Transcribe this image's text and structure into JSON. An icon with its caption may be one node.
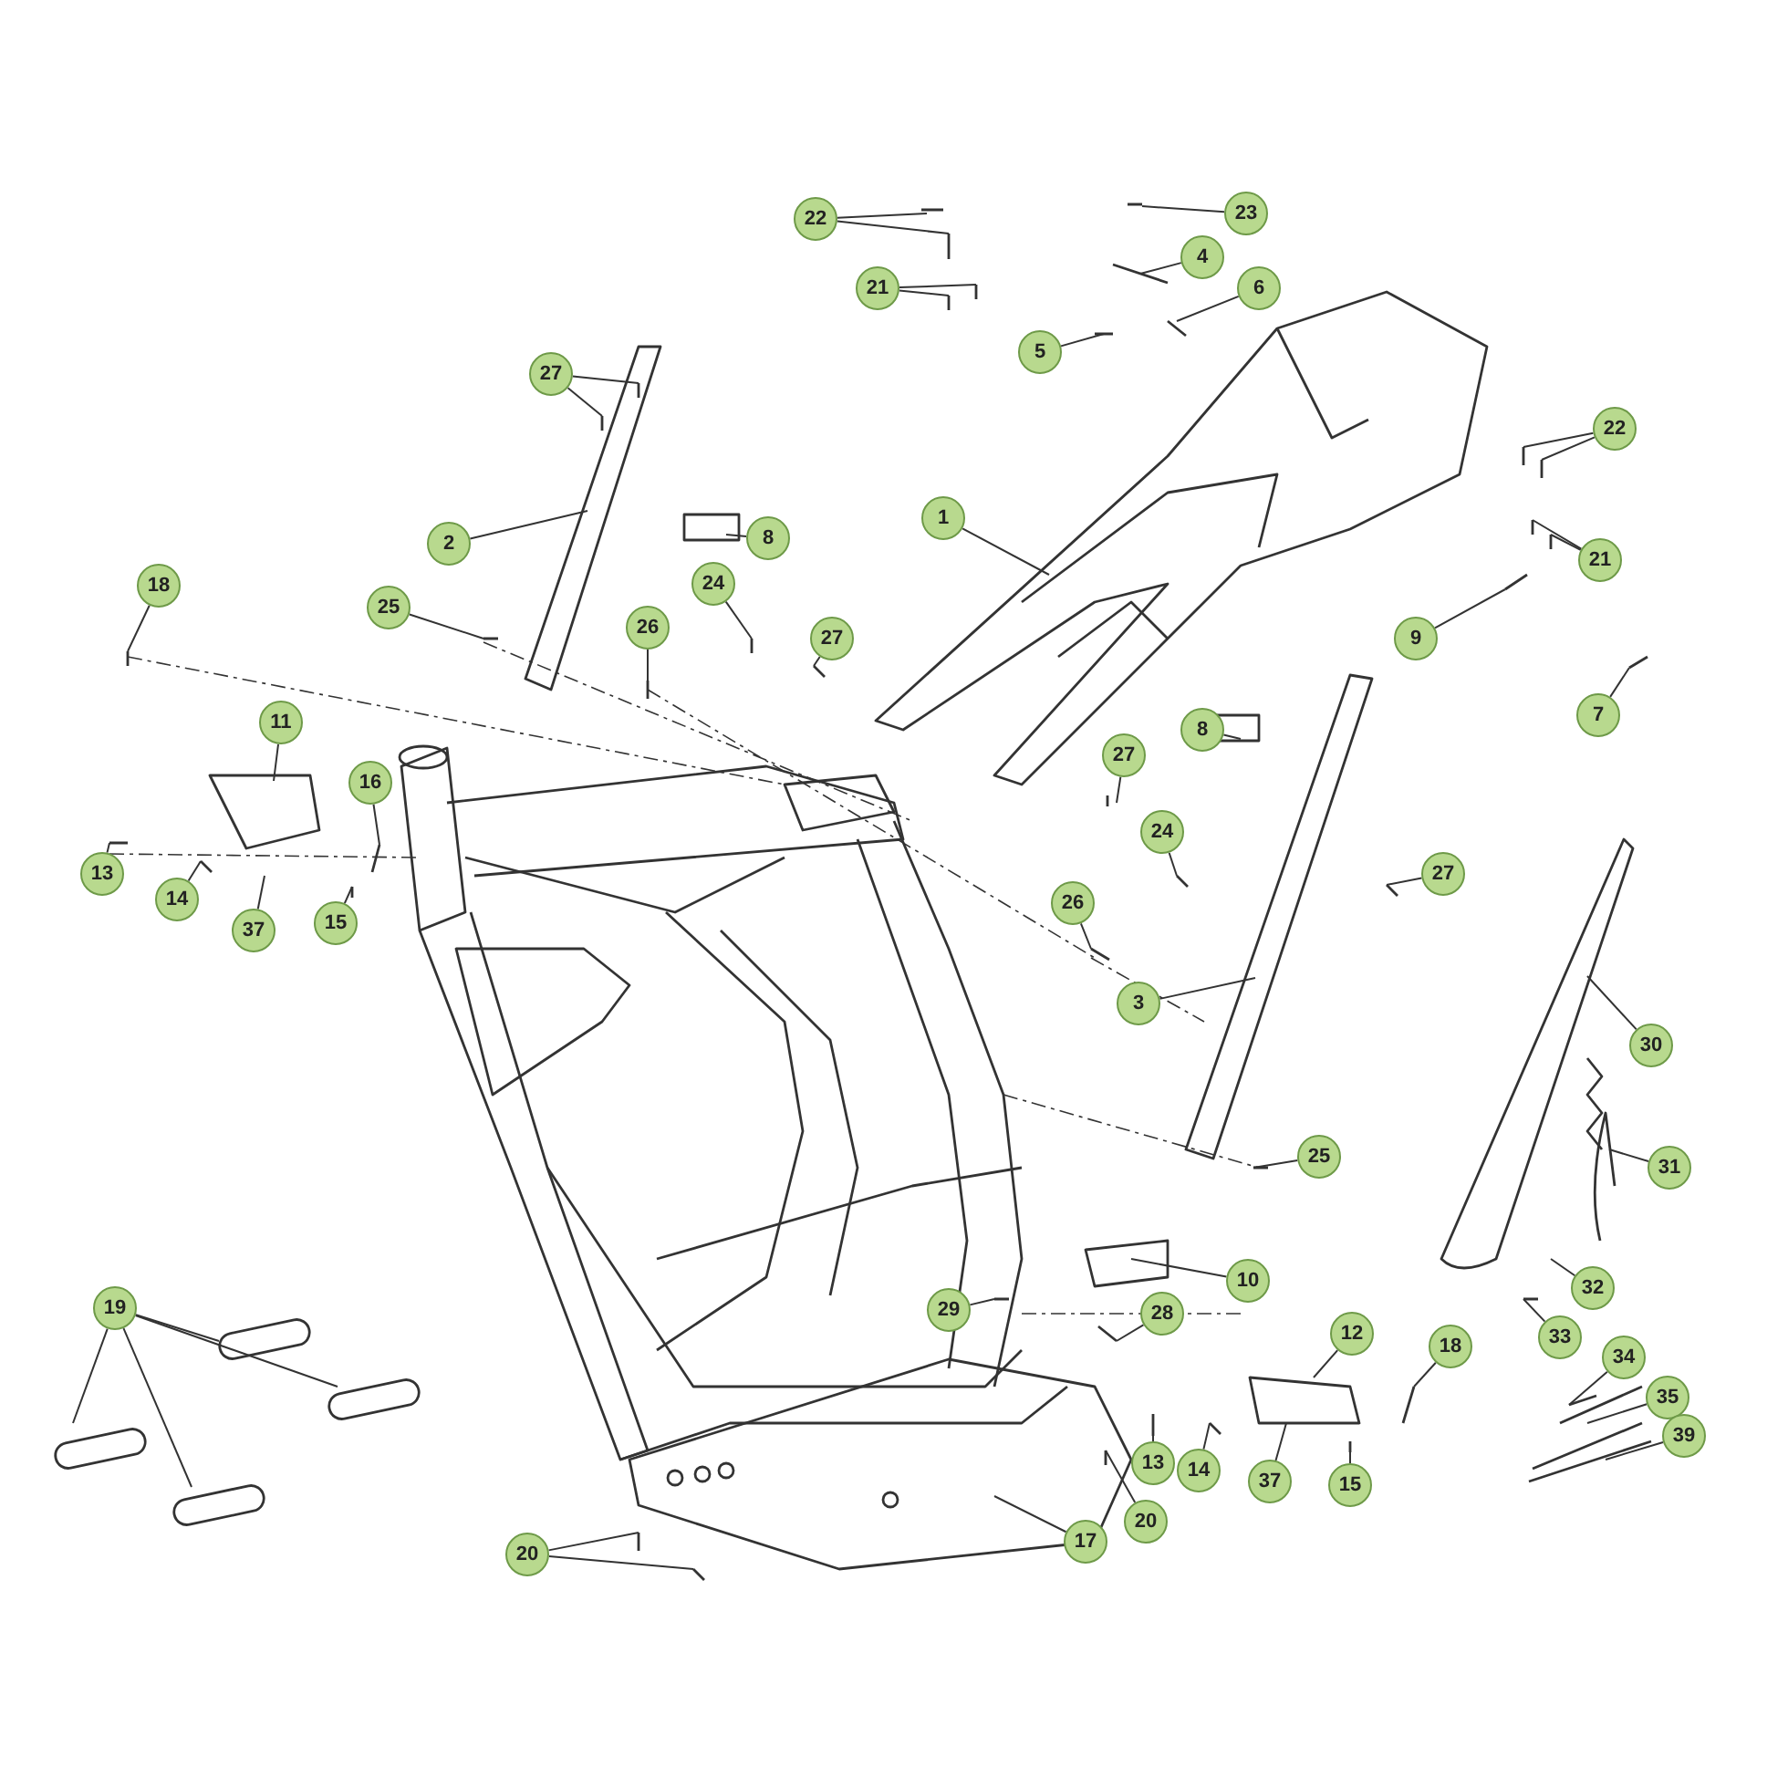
{
  "diagram": {
    "nodes": [
      {
        "text": [
          "22"
        ]
      },
      {
        "text": [
          "23"
        ]
      },
      {
        "text": [
          "4"
        ]
      },
      {
        "text": [
          "21"
        ]
      },
      {
        "text": [
          "6"
        ]
      },
      {
        "text": [
          "5"
        ]
      },
      {
        "text": [
          "27"
        ]
      },
      {
        "text": [
          "22"
        ]
      },
      {
        "text": [
          "2"
        ]
      },
      {
        "text": [
          "8"
        ]
      },
      {
        "text": [
          "1"
        ]
      },
      {
        "text": [
          "21"
        ]
      },
      {
        "text": [
          "18"
        ]
      },
      {
        "text": [
          "25"
        ]
      },
      {
        "text": [
          "24"
        ]
      },
      {
        "text": [
          "26"
        ]
      },
      {
        "text": [
          "27"
        ]
      },
      {
        "text": [
          "9"
        ]
      },
      {
        "text": [
          "7"
        ]
      },
      {
        "text": [
          "11"
        ]
      },
      {
        "text": [
          "16"
        ]
      },
      {
        "text": [
          "8"
        ]
      },
      {
        "text": [
          "27"
        ]
      },
      {
        "text": [
          "13"
        ]
      },
      {
        "text": [
          "14"
        ]
      },
      {
        "text": [
          "37"
        ]
      },
      {
        "text": [
          "15"
        ]
      },
      {
        "text": [
          "24"
        ]
      },
      {
        "text": [
          "27"
        ]
      },
      {
        "text": [
          "26"
        ]
      },
      {
        "text": [
          "3"
        ]
      },
      {
        "text": [
          "30"
        ]
      },
      {
        "text": [
          "31"
        ]
      },
      {
        "text": [
          "25"
        ]
      },
      {
        "text": [
          "10"
        ]
      },
      {
        "text": [
          "32"
        ]
      },
      {
        "text": [
          "29"
        ]
      },
      {
        "text": [
          "28"
        ]
      },
      {
        "text": [
          "33"
        ]
      },
      {
        "text": [
          "12"
        ]
      },
      {
        "text": [
          "18"
        ]
      },
      {
        "text": [
          "34"
        ]
      },
      {
        "text": [
          "19"
        ]
      },
      {
        "text": [
          "35"
        ]
      },
      {
        "text": [
          "13"
        ]
      },
      {
        "text": [
          "14"
        ]
      },
      {
        "text": [
          "37"
        ]
      },
      {
        "text": [
          "15"
        ]
      },
      {
        "text": [
          "39"
        ]
      },
      {
        "text": [
          "20"
        ]
      },
      {
        "text": [
          "17"
        ]
      },
      {
        "text": [
          "20"
        ]
      }
    ],
    "edges": [
      {
        "from": 0,
        "to": null,
        "arrow": "none"
      },
      {
        "from": 0,
        "to": null,
        "arrow": "none"
      },
      {
        "from": 1,
        "to": null,
        "arrow": "none"
      },
      {
        "from": 2,
        "to": null,
        "arrow": "none"
      },
      {
        "from": 3,
        "to": null,
        "arrow": "none"
      },
      {
        "from": 3,
        "to": null,
        "arrow": "none"
      },
      {
        "from": 4,
        "to": null,
        "arrow": "none"
      },
      {
        "from": 5,
        "to": null,
        "arrow": "none"
      },
      {
        "from": 6,
        "to": null,
        "arrow": "none"
      },
      {
        "from": 6,
        "to": null,
        "arrow": "none"
      },
      {
        "from": 7,
        "to": null,
        "arrow": "none"
      },
      {
        "from": 7,
        "to": null,
        "arrow": "none"
      },
      {
        "from": 8,
        "to": null,
        "arrow": "none"
      },
      {
        "from": 9,
        "to": null,
        "arrow": "none"
      },
      {
        "from": 10,
        "to": null,
        "arrow": "none"
      },
      {
        "from": 11,
        "to": null,
        "arrow": "none"
      },
      {
        "from": 11,
        "to": null,
        "arrow": "none"
      },
      {
        "from": 12,
        "to": null,
        "arrow": "none"
      },
      {
        "from": 13,
        "to": null,
        "arrow": "none"
      },
      {
        "from": 14,
        "to": null,
        "arrow": "none"
      },
      {
        "from": 15,
        "to": null,
        "arrow": "none"
      },
      {
        "from": 16,
        "to": null,
        "arrow": "none"
      },
      {
        "from": 17,
        "to": null,
        "arrow": "none"
      },
      {
        "from": 18,
        "to": null,
        "arrow": "none"
      },
      {
        "from": 19,
        "to": null,
        "arrow": "none"
      },
      {
        "from": 20,
        "to": null,
        "arrow": "none"
      },
      {
        "from": 21,
        "to": null,
        "arrow": "none"
      },
      {
        "from": 22,
        "to": null,
        "arrow": "none"
      },
      {
        "from": 23,
        "to": null,
        "arrow": "none"
      },
      {
        "from": 24,
        "to": null,
        "arrow": "none"
      },
      {
        "from": 25,
        "to": null,
        "arrow": "none"
      },
      {
        "from": 26,
        "to": null,
        "arrow": "none"
      },
      {
        "from": 27,
        "to": null,
        "arrow": "none"
      },
      {
        "from": 28,
        "to": null,
        "arrow": "none"
      },
      {
        "from": 29,
        "to": null,
        "arrow": "none"
      },
      {
        "from": 30,
        "to": null,
        "arrow": "none"
      },
      {
        "from": 31,
        "to": null,
        "arrow": "none"
      },
      {
        "from": 32,
        "to": null,
        "arrow": "none"
      },
      {
        "from": 33,
        "to": null,
        "arrow": "none"
      },
      {
        "from": 34,
        "to": null,
        "arrow": "none"
      },
      {
        "from": 35,
        "to": null,
        "arrow": "none"
      },
      {
        "from": 36,
        "to": null,
        "arrow": "none"
      },
      {
        "from": 37,
        "to": null,
        "arrow": "none"
      },
      {
        "from": 38,
        "to": null,
        "arrow": "none"
      },
      {
        "from": 39,
        "to": null,
        "arrow": "none"
      },
      {
        "from": 40,
        "to": null,
        "arrow": "none"
      },
      {
        "from": 41,
        "to": null,
        "arrow": "none"
      },
      {
        "from": 42,
        "to": null,
        "arrow": "none"
      },
      {
        "from": 42,
        "to": null,
        "arrow": "none"
      },
      {
        "from": 42,
        "to": null,
        "arrow": "none"
      },
      {
        "from": 42,
        "to": null,
        "arrow": "none"
      },
      {
        "from": 43,
        "to": null,
        "arrow": "none"
      },
      {
        "from": 44,
        "to": null,
        "arrow": "none"
      },
      {
        "from": 45,
        "to": null,
        "arrow": "none"
      },
      {
        "from": 46,
        "to": null,
        "arrow": "none"
      },
      {
        "from": 47,
        "to": null,
        "arrow": "none"
      },
      {
        "from": 48,
        "to": null,
        "arrow": "none"
      },
      {
        "from": 49,
        "to": null,
        "arrow": "none"
      },
      {
        "from": 50,
        "to": null,
        "arrow": "none"
      },
      {
        "from": 51,
        "to": null,
        "arrow": "none"
      },
      {
        "from": 51,
        "to": null,
        "arrow": "none"
      }
    ]
  }
}
